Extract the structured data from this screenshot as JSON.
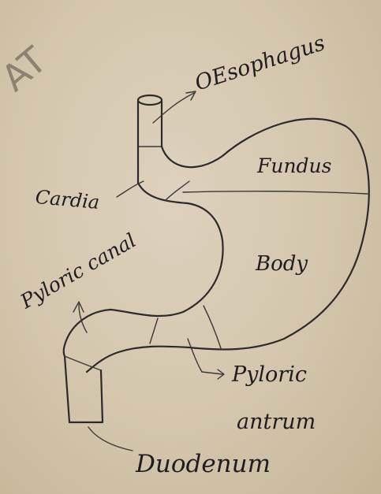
{
  "colors": {
    "paper": "#d3c6ac",
    "ink": "#2c2a2a",
    "faded_ink": "#8d8272"
  },
  "corner_mark": "AT",
  "labels": {
    "oesophagus": "OEsophagus",
    "fundus": "Fundus",
    "cardia": "Cardia",
    "pyloric_canal": "Pyloric canal",
    "body": "Body",
    "pyloric_antrum_line1": "Pyloric",
    "pyloric_antrum_line2": "antrum",
    "duodenum": "Duodenum"
  }
}
